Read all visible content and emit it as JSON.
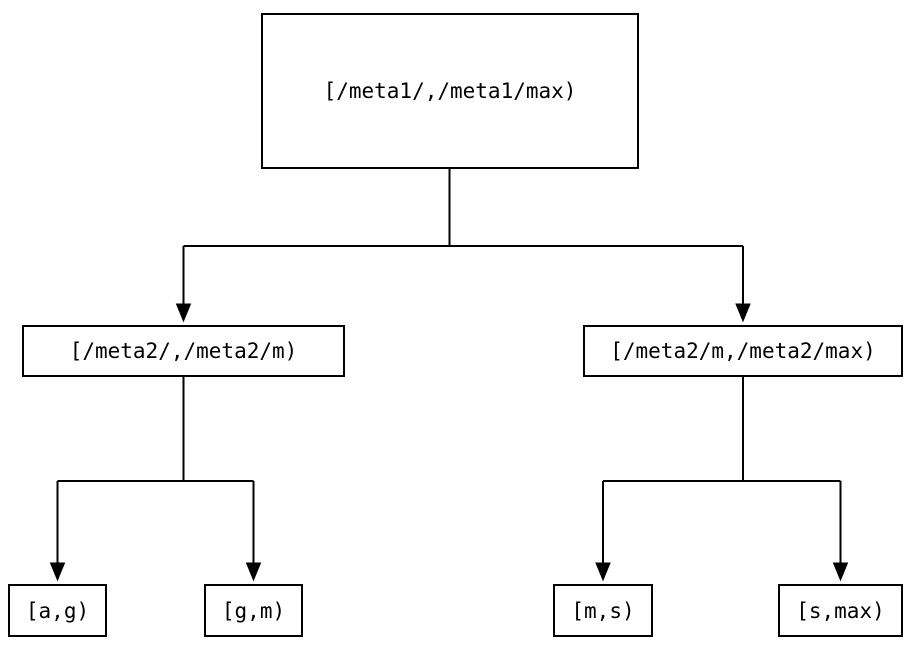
{
  "diagram": {
    "type": "binary-interval-tree",
    "background_color": "#ffffff",
    "line_color": "#000000",
    "text_color": "#000000",
    "nodes": [
      {
        "id": "root",
        "label": "[/meta1/,/meta1/max)"
      },
      {
        "id": "left",
        "label": "[/meta2/,/meta2/m)"
      },
      {
        "id": "right",
        "label": "[/meta2/m,/meta2/max)"
      },
      {
        "id": "leaf-ag",
        "label": "[a,g)"
      },
      {
        "id": "leaf-gm",
        "label": "[g,m)"
      },
      {
        "id": "leaf-ms",
        "label": "[m,s)"
      },
      {
        "id": "leaf-smax",
        "label": "[s,max)"
      }
    ],
    "edges": [
      {
        "from": "root",
        "to": [
          "left",
          "right"
        ]
      },
      {
        "from": "left",
        "to": [
          "leaf-ag",
          "leaf-gm"
        ]
      },
      {
        "from": "right",
        "to": [
          "leaf-ms",
          "leaf-smax"
        ]
      }
    ]
  }
}
